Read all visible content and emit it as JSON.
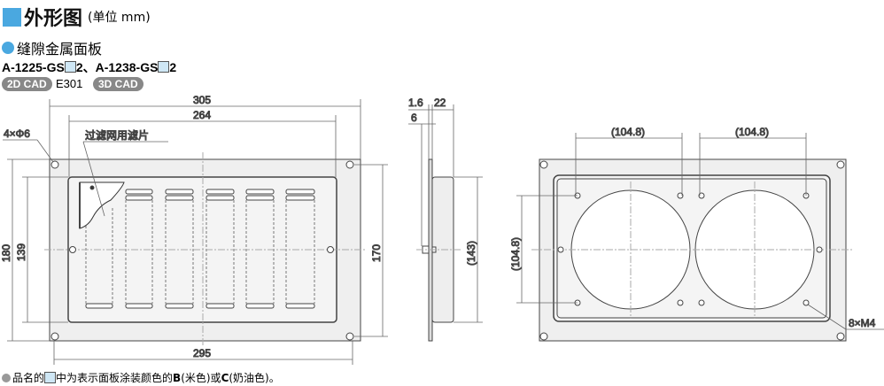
{
  "header": {
    "title": "外形图",
    "unit": "(单位 mm)"
  },
  "subtitle": "缝隙金属面板",
  "models": {
    "a": "A-1225-GS",
    "a_suffix": "2",
    "sep": "、",
    "b": "A-1238-GS",
    "b_suffix": "2"
  },
  "cad": {
    "cad2d": "2D CAD",
    "code": "E301",
    "cad3d": "3D CAD"
  },
  "dims": {
    "w305": "305",
    "w264": "264",
    "w295": "295",
    "h180": "180",
    "h139": "139",
    "h170": "170",
    "hole": "4×Φ6",
    "filter": "过滤网用滤片",
    "s16": "1.6",
    "s22": "22",
    "s6": "6",
    "s143": "(143)",
    "r1048a": "(104.8)",
    "r1048b": "(104.8)",
    "r1048v": "(104.8)",
    "m4": "8×M4"
  },
  "note": {
    "pre": "品名的",
    "mid": "中为表示面板涂装颜色的",
    "b": "B",
    "b_desc": "(米色)或",
    "c": "C",
    "c_desc": "(奶油色)。"
  },
  "colors": {
    "accent": "#4aa8e0",
    "panel": "#eeeeee"
  }
}
